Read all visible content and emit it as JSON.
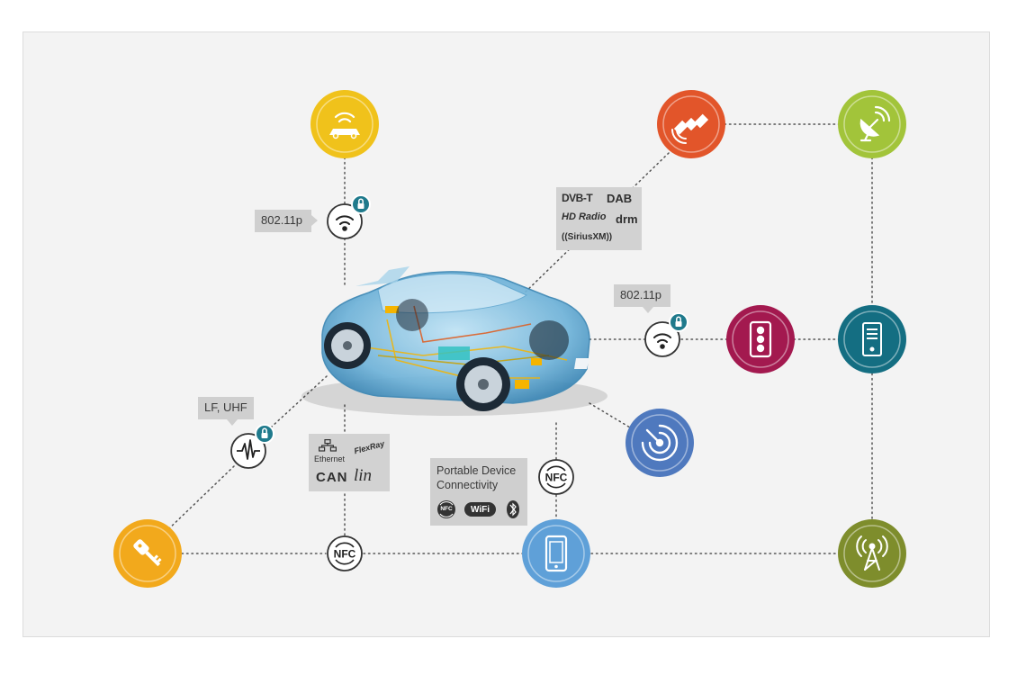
{
  "tags": {
    "wifi_top": "802.11p",
    "wifi_right": "802.11p",
    "key_band": "LF, UHF",
    "portable": "Portable Device Connectivity"
  },
  "logos": {
    "broadcast": {
      "dvbt": "DVB-T",
      "dab": "DAB",
      "hd_radio": "HD Radio",
      "drm": "drm",
      "sirius": "((SiriusXM))"
    },
    "wired": {
      "ethernet": "Ethernet",
      "flexray": "FlexRay",
      "can": "CAN",
      "lin": "lin"
    },
    "portable": {
      "nfc": "NFC",
      "wifi": "WiFi",
      "bluetooth": "bluetooth"
    }
  },
  "node_labels": {
    "nfc_left": "NFC",
    "nfc_right": "NFC"
  },
  "colors": {
    "yellow": "#f0c21b",
    "orange_red": "#e2552a",
    "lime": "#a2c43a",
    "magenta": "#a3194f",
    "teal": "#146e82",
    "blue_radar": "#4f79be",
    "blue_phone": "#5fa0d8",
    "amber": "#f2a91c",
    "olive": "#7e8d2c",
    "lock_teal": "#1f7a8c"
  },
  "icons": {
    "car_wifi": "car-wireless-icon",
    "satellite": "satellite-icon",
    "dish": "satellite-dish-icon",
    "traffic_light": "traffic-light-icon",
    "server": "server-icon",
    "radar": "radar-icon",
    "phone": "smartphone-icon",
    "key": "car-key-icon",
    "tower": "cell-tower-icon"
  }
}
